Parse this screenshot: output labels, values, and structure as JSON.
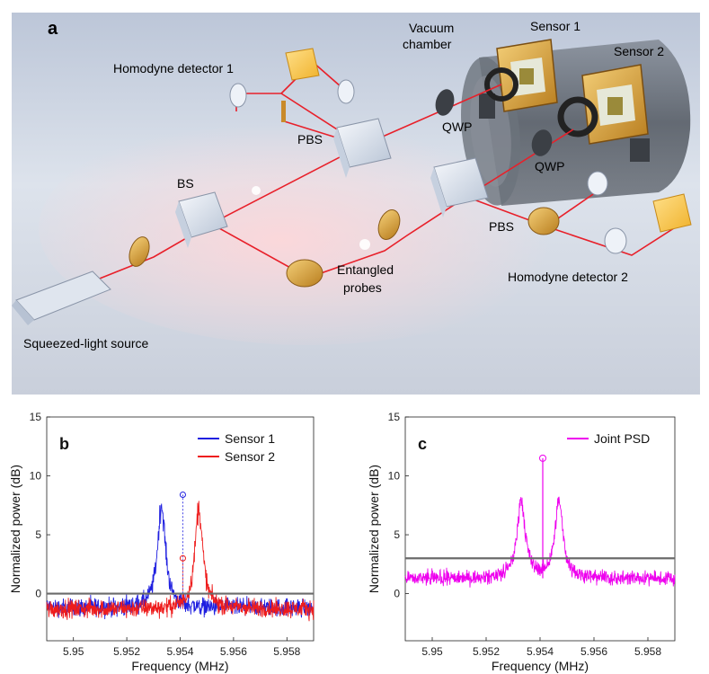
{
  "panel_a": {
    "letter": "a",
    "labels": {
      "homodyne1": "Homodyne detector 1",
      "vacuum1": "Vacuum",
      "vacuum2": "chamber",
      "sensor1": "Sensor 1",
      "sensor2": "Sensor 2",
      "pbs_top": "PBS",
      "qwp1": "QWP",
      "qwp2": "QWP",
      "bs": "BS",
      "pbs_right": "PBS",
      "entangled1": "Entangled",
      "entangled2": "probes",
      "homodyne2": "Homodyne detector 2",
      "squeezed": "Squeezed-light source"
    },
    "colors": {
      "beam": "#e8202a",
      "optic_gold": "#d9a23a",
      "cube": "#dfe7f2",
      "chamber": "#4a5058"
    }
  },
  "chart_data": [
    {
      "panel": "b",
      "type": "line",
      "xlabel": "Frequency (MHz)",
      "ylabel": "Normalized power (dB)",
      "xlim": [
        5.949,
        5.959
      ],
      "ylim": [
        -4,
        15
      ],
      "xticks": [
        5.95,
        5.952,
        5.954,
        5.956,
        5.958
      ],
      "xtick_labels": [
        "5.95",
        "5.952",
        "5.954",
        "5.956",
        "5.958"
      ],
      "yticks": [
        0,
        5,
        10,
        15
      ],
      "ytick_labels": [
        "0",
        "5",
        "10",
        "15"
      ],
      "legend_position": "top-right",
      "reference_line_y": 0,
      "series": [
        {
          "name": "Sensor 1",
          "color": "#1f1fe0",
          "peak_x": 5.9533,
          "peak_y": 7.8,
          "width": 0.00018,
          "baseline": -1.2,
          "noise": 0.55,
          "marker_x": 5.9541,
          "marker_y": 8.4
        },
        {
          "name": "Sensor 2",
          "color": "#ee1c1c",
          "peak_x": 5.9547,
          "peak_y": 7.5,
          "width": 0.00018,
          "baseline": -1.3,
          "noise": 0.55,
          "marker_x": 5.9541,
          "marker_y": 3.0
        }
      ]
    },
    {
      "panel": "c",
      "type": "line",
      "xlabel": "Frequency (MHz)",
      "ylabel": "Normalized power (dB)",
      "xlim": [
        5.949,
        5.959
      ],
      "ylim": [
        -4,
        15
      ],
      "xticks": [
        5.95,
        5.952,
        5.954,
        5.956,
        5.958
      ],
      "xtick_labels": [
        "5.95",
        "5.952",
        "5.954",
        "5.956",
        "5.958"
      ],
      "yticks": [
        0,
        5,
        10,
        15
      ],
      "ytick_labels": [
        "0",
        "5",
        "10",
        "15"
      ],
      "legend_position": "top-right",
      "reference_line_y": 3,
      "series": [
        {
          "name": "Joint PSD",
          "color": "#ee00ee",
          "peaks": [
            [
              5.9533,
              8.1
            ],
            [
              5.9547,
              7.9
            ]
          ],
          "width": 0.00018,
          "baseline": 1.3,
          "noise": 0.45,
          "spike_x": 5.9541,
          "spike_y": 11.5
        }
      ]
    }
  ]
}
